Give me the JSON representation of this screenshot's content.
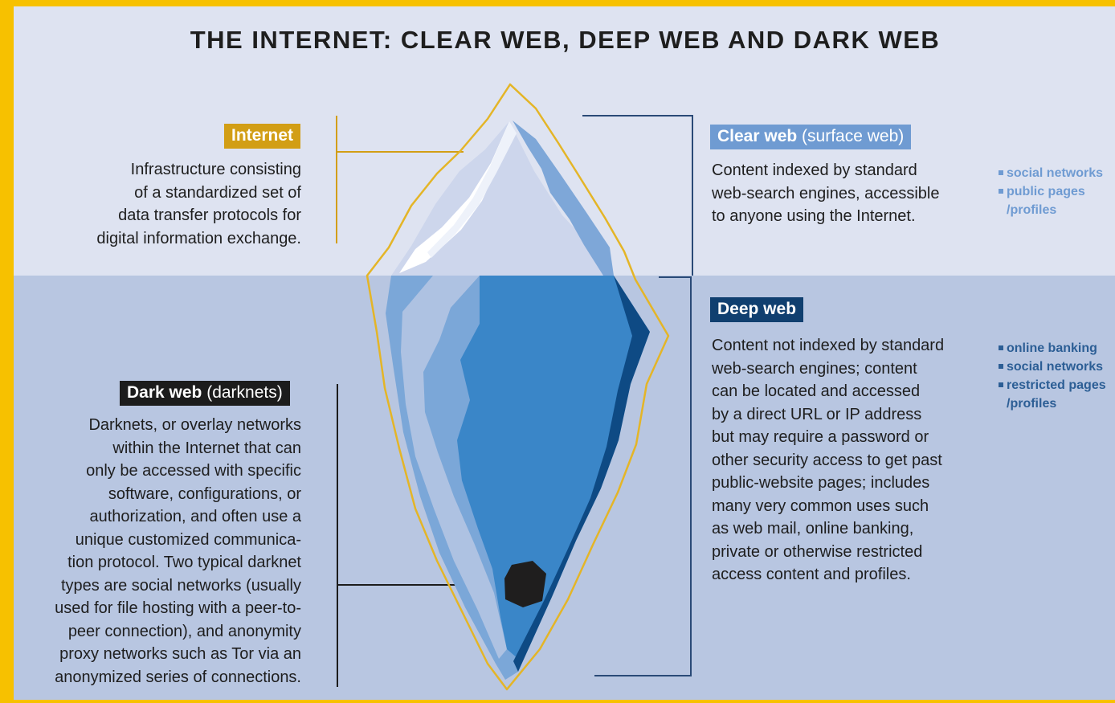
{
  "title": "THE INTERNET: CLEAR WEB, DEEP WEB AND DARK WEB",
  "colors": {
    "frame": "#f7c100",
    "sky": "#dee3f1",
    "sea": "#b8c6e1",
    "internet_tag": "#d29e15",
    "clear_tag": "#6f9bd2",
    "deep_tag": "#103f6f",
    "dark_tag": "#1c1c1c"
  },
  "internet": {
    "label": "Internet",
    "description": [
      "Infrastructure consisting",
      "of a standardized set of",
      "data transfer protocols for",
      "digital information exchange."
    ]
  },
  "clear_web": {
    "label_bold": "Clear web",
    "label_rest": " (surface web)",
    "description": [
      "Content indexed by standard",
      "web-search engines, accessible",
      "to anyone using the Internet."
    ],
    "examples": [
      "social networks",
      "public pages"
    ],
    "examples_cont": "/profiles"
  },
  "deep_web": {
    "label": "Deep web",
    "description": [
      "Content not indexed by standard",
      "web-search engines; content",
      "can be located and accessed",
      "by a direct URL or IP address",
      "but may require a password or",
      "other security access to get past",
      "public-website pages; includes",
      "many very common uses such",
      "as web mail, online banking,",
      "private or otherwise restricted",
      "access content and profiles."
    ],
    "examples": [
      "online banking",
      "social networks",
      "restricted pages"
    ],
    "examples_cont": "/profiles"
  },
  "dark_web": {
    "label_bold": "Dark web",
    "label_rest": " (darknets)",
    "description": [
      "Darknets, or overlay networks",
      "within the Internet that can",
      "only be accessed with specific",
      "software, configurations, or",
      "authorization, and often use a",
      "unique customized communica-",
      "tion protocol. Two typical darknet",
      "types are social networks (usually",
      "used for file hosting with a peer-to-",
      "peer connection), and anonymity",
      "proxy networks such as Tor via an",
      "anonymized series of connections."
    ]
  }
}
